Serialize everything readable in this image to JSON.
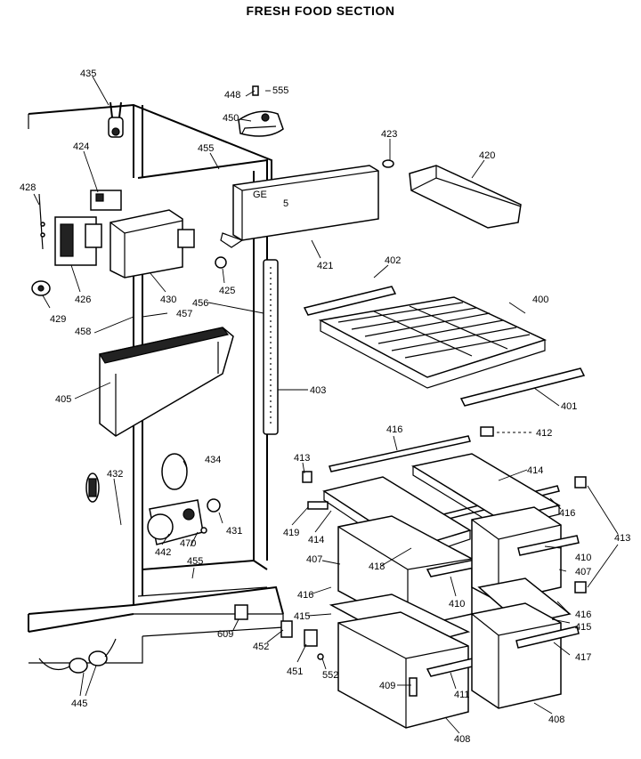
{
  "title": "FRESH FOOD SECTION",
  "parts": [
    {
      "id": "435",
      "text": "435"
    },
    {
      "id": "448",
      "text": "448"
    },
    {
      "id": "555",
      "text": "555"
    },
    {
      "id": "450",
      "text": "450"
    },
    {
      "id": "424",
      "text": "424"
    },
    {
      "id": "455a",
      "text": "455"
    },
    {
      "id": "423",
      "text": "423"
    },
    {
      "id": "420",
      "text": "420"
    },
    {
      "id": "428",
      "text": "428"
    },
    {
      "id": "426",
      "text": "426"
    },
    {
      "id": "430",
      "text": "430"
    },
    {
      "id": "425",
      "text": "425"
    },
    {
      "id": "421",
      "text": "421"
    },
    {
      "id": "402",
      "text": "402"
    },
    {
      "id": "429",
      "text": "429"
    },
    {
      "id": "456",
      "text": "456"
    },
    {
      "id": "400",
      "text": "400"
    },
    {
      "id": "458",
      "text": "458"
    },
    {
      "id": "457",
      "text": "457"
    },
    {
      "id": "405",
      "text": "405"
    },
    {
      "id": "403",
      "text": "403"
    },
    {
      "id": "401",
      "text": "401"
    },
    {
      "id": "416a",
      "text": "416"
    },
    {
      "id": "412",
      "text": "412"
    },
    {
      "id": "434",
      "text": "434"
    },
    {
      "id": "413a",
      "text": "413"
    },
    {
      "id": "414a",
      "text": "414"
    },
    {
      "id": "432",
      "text": "432"
    },
    {
      "id": "416b",
      "text": "416"
    },
    {
      "id": "413b",
      "text": "413"
    },
    {
      "id": "419",
      "text": "419"
    },
    {
      "id": "414b",
      "text": "414"
    },
    {
      "id": "431",
      "text": "431"
    },
    {
      "id": "442",
      "text": "442"
    },
    {
      "id": "470",
      "text": "470"
    },
    {
      "id": "407a",
      "text": "407"
    },
    {
      "id": "418",
      "text": "418"
    },
    {
      "id": "410a",
      "text": "410"
    },
    {
      "id": "407b",
      "text": "407"
    },
    {
      "id": "455b",
      "text": "455"
    },
    {
      "id": "416c",
      "text": "416"
    },
    {
      "id": "410b",
      "text": "410"
    },
    {
      "id": "416d",
      "text": "416"
    },
    {
      "id": "415a",
      "text": "415"
    },
    {
      "id": "415b",
      "text": "415"
    },
    {
      "id": "609",
      "text": "609"
    },
    {
      "id": "452",
      "text": "452"
    },
    {
      "id": "417",
      "text": "417"
    },
    {
      "id": "451",
      "text": "451"
    },
    {
      "id": "552",
      "text": "552"
    },
    {
      "id": "409",
      "text": "409"
    },
    {
      "id": "411",
      "text": "411"
    },
    {
      "id": "445",
      "text": "445"
    },
    {
      "id": "408a",
      "text": "408"
    },
    {
      "id": "408b",
      "text": "408"
    }
  ]
}
